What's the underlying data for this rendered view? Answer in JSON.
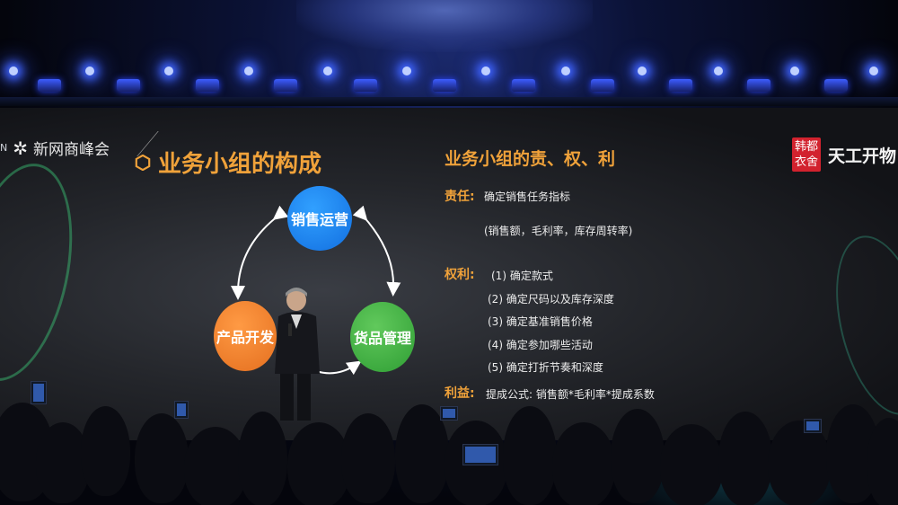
{
  "event_logo": {
    "edge_char": "N",
    "symbol": "✲",
    "text": "新网商峰会"
  },
  "slide": {
    "title": "业务小组的构成",
    "cycle": {
      "top": "销售运营",
      "left": "产品开发",
      "right": "货品管理"
    },
    "panel": {
      "heading": "业务小组的责、权、利",
      "responsibility_label": "责任:",
      "responsibility_text": "确定销售任务指标",
      "responsibility_detail": "(销售额，毛利率，库存周转率)",
      "rights_label": "权利:",
      "rights": [
        {
          "num": "(1)",
          "text": "确定款式"
        },
        {
          "num": "(2)",
          "text": "确定尺码以及库存深度"
        },
        {
          "num": "(3)",
          "text": "确定基准销售价格"
        },
        {
          "num": "(4)",
          "text": "确定参加哪些活动"
        },
        {
          "num": "(5)",
          "text": "确定打折节奏和深度"
        }
      ],
      "benefit_label": "利益:",
      "benefit_text": "提成公式: 销售额*毛利率*提成系数"
    },
    "brand_logo": {
      "seal_line1": "韩都",
      "seal_line2": "衣舍",
      "text": "天工开物"
    }
  },
  "colors": {
    "accent_orange": "#f0a23a",
    "circle_blue": "#1f86f0",
    "circle_orange": "#f08a32",
    "circle_green": "#45b545",
    "seal_red": "#d2222e",
    "stage_light_blue": "#3f64ff"
  }
}
